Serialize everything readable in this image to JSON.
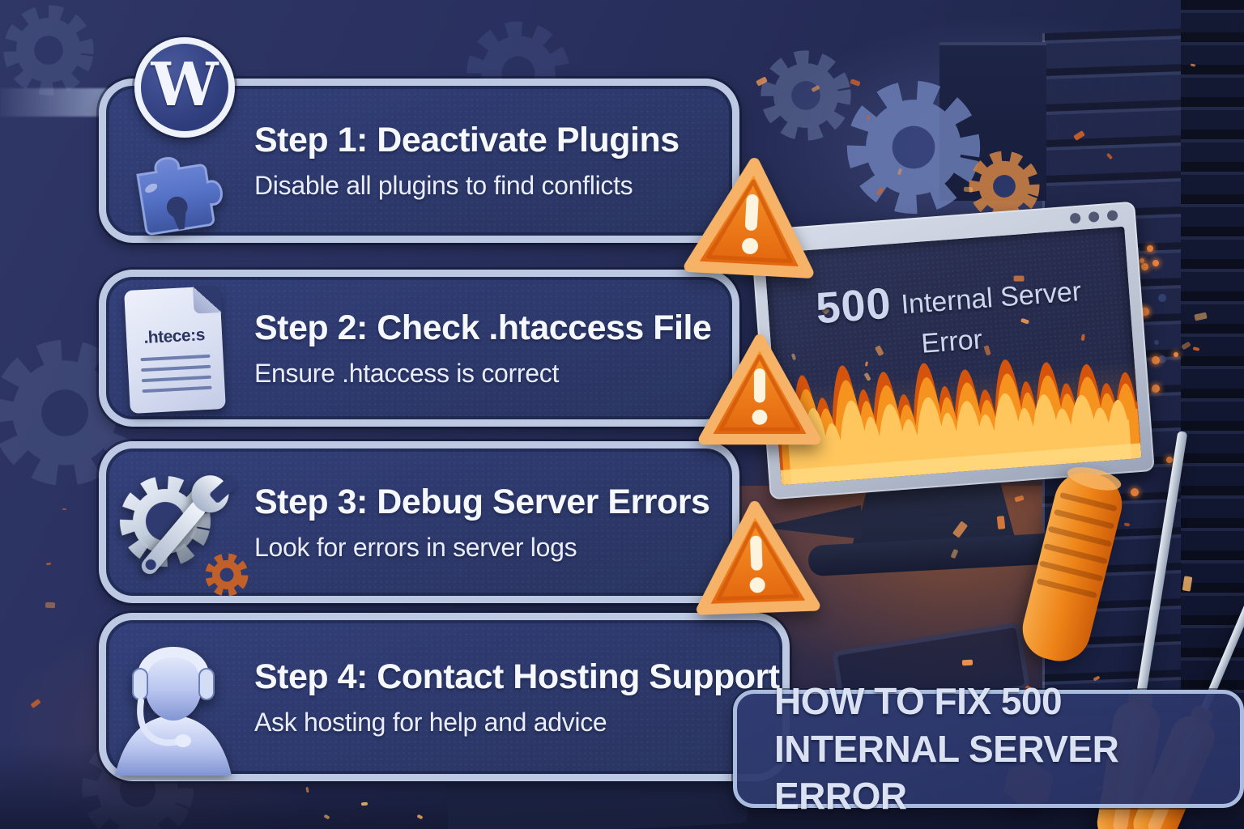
{
  "infographic_title": {
    "line1": "HOW TO FIX 500",
    "line2": "INTERNAL SERVER ERROR"
  },
  "steps": [
    {
      "title": "Step 1: Deactivate Plugins",
      "subtitle": "Disable all plugins to find conflicts",
      "icon": "wordpress-plugin-puzzle-icon"
    },
    {
      "title": "Step 2: Check .htaccess File",
      "subtitle": "Ensure .htaccess is correct",
      "icon": "htaccess-file-icon"
    },
    {
      "title": "Step 3: Debug Server Errors",
      "subtitle": "Look for errors in server logs",
      "icon": "gear-wrench-icon"
    },
    {
      "title": "Step 4: Contact Hosting Support",
      "subtitle": "Ask hosting for help and advice",
      "icon": "headset-support-icon"
    }
  ],
  "monitor": {
    "error_code": "500",
    "error_label": "Internal Server Error"
  },
  "wordpress_logo_letter": "W",
  "htaccess_icon_label": ".htece:s",
  "icons": {
    "warning": "warning-triangle-exclamation-icon",
    "wordpress": "wordpress-logo-icon",
    "plugin": "plugin-puzzle-icon",
    "file": "htaccess-file-icon",
    "debug": "gear-wrench-icon",
    "support": "headset-support-icon",
    "tools": "screwdrivers-icon"
  },
  "colors": {
    "card_fill": "#2F3B70",
    "card_border": "#BDC9E3",
    "warning_orange": "#EF7D10",
    "flame_orange": "#F6921E",
    "background_navy": "#252C55",
    "text_white": "#F5F8FF"
  }
}
